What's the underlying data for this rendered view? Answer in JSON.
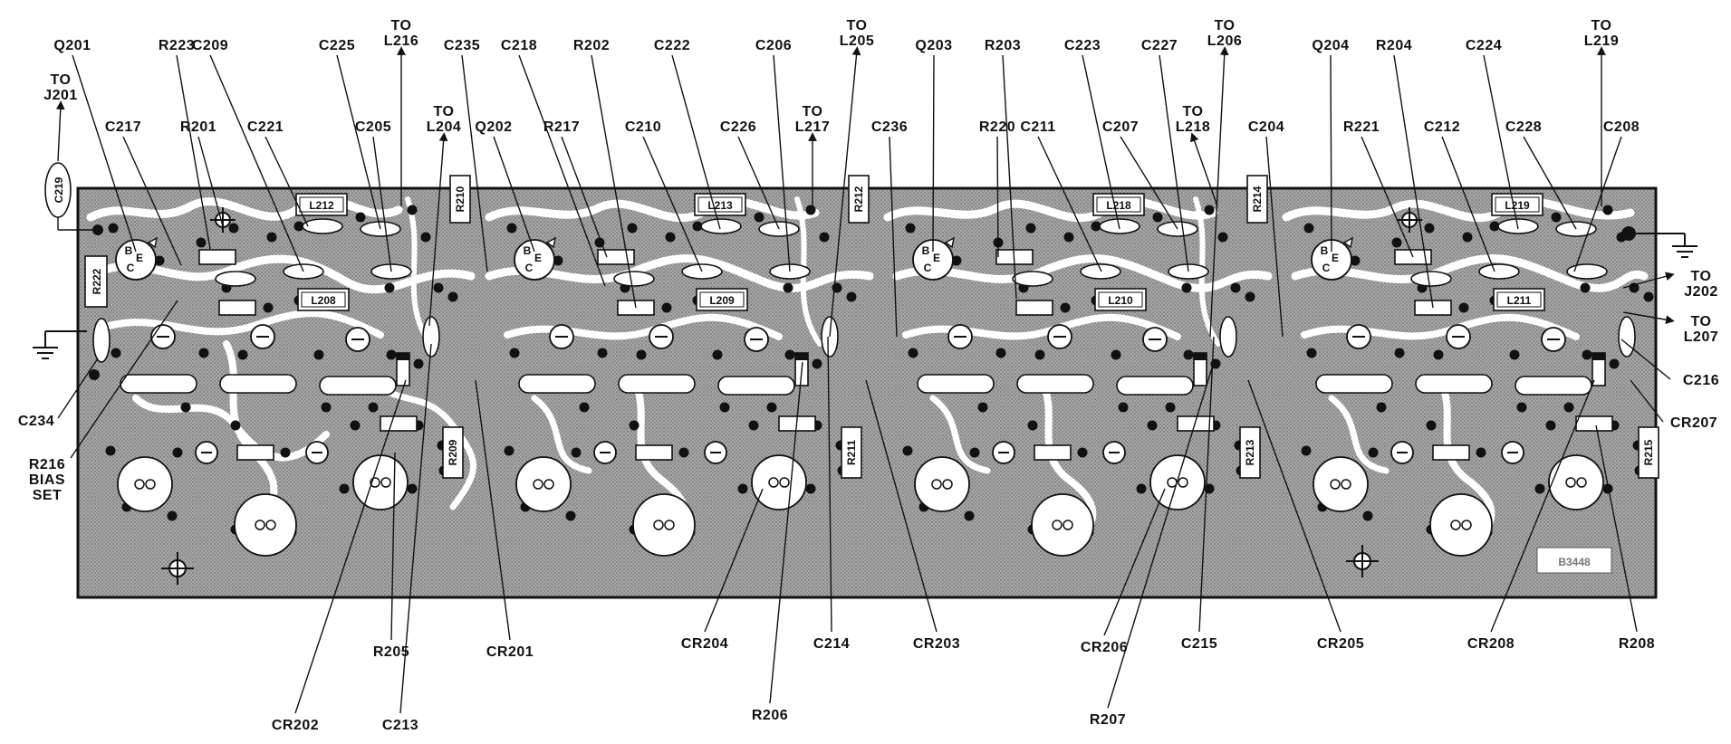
{
  "diagram": {
    "board_stamp": "B3448",
    "sections": [
      {
        "transistor": "Q201",
        "pins": [
          "B",
          "E",
          "C"
        ]
      },
      {
        "transistor": "Q202",
        "pins": [
          "B",
          "E",
          "C"
        ]
      },
      {
        "transistor": "Q203",
        "pins": [
          "B",
          "E",
          "C"
        ]
      },
      {
        "transistor": "Q204",
        "pins": [
          "B",
          "E",
          "C"
        ]
      }
    ],
    "on_board_labels": {
      "L212": "L212",
      "L208": "L208",
      "L213": "L213",
      "L209": "L209",
      "L218": "L218",
      "L210": "L210",
      "L219": "L219",
      "L211": "L211",
      "R222": "R222",
      "R210": "R210",
      "R212": "R212",
      "R214": "R214",
      "R209": "R209",
      "R211": "R211",
      "R213": "R213",
      "R215": "R215",
      "C219": "C219"
    },
    "callouts": {
      "Q201": "Q201",
      "R223": "R223",
      "C209": "C209",
      "C225": "C225",
      "TO_L216": [
        "TO",
        "L216"
      ],
      "C235": "C235",
      "C218": "C218",
      "R202": "R202",
      "C222": "C222",
      "C206": "C206",
      "TO_L205": [
        "TO",
        "L205"
      ],
      "Q203": "Q203",
      "R203": "R203",
      "C223": "C223",
      "C227": "C227",
      "TO_L206": [
        "TO",
        "L206"
      ],
      "Q204": "Q204",
      "R204": "R204",
      "C224": "C224",
      "TO_L219": [
        "TO",
        "L219"
      ],
      "TO_J201": [
        "TO",
        "J201"
      ],
      "C217": "C217",
      "R201": "R201",
      "C221": "C221",
      "C205": "C205",
      "TO_L204": [
        "TO",
        "L204"
      ],
      "Q202": "Q202",
      "R217": "R217",
      "C210": "C210",
      "C226": "C226",
      "TO_L217": [
        "TO",
        "L217"
      ],
      "C236": "C236",
      "R220": "R220",
      "C211": "C211",
      "C207": "C207",
      "TO_L218": [
        "TO",
        "L218"
      ],
      "C204": "C204",
      "R221": "R221",
      "C212": "C212",
      "C228": "C228",
      "C208": "C208",
      "TO_J202": [
        "TO",
        "J202"
      ],
      "TO_L207": [
        "TO",
        "L207"
      ],
      "C216": "C216",
      "CR207": "CR207",
      "C234": "C234",
      "R216_BIAS_SET": [
        "R216",
        "BIAS",
        "SET"
      ],
      "R205": "R205",
      "CR201": "CR201",
      "CR204": "CR204",
      "C214": "C214",
      "CR203": "CR203",
      "CR206": "CR206",
      "C215": "C215",
      "CR205": "CR205",
      "CR208": "CR208",
      "R208": "R208",
      "CR202": "CR202",
      "C213": "C213",
      "R206": "R206",
      "R207": "R207"
    },
    "colors": {
      "board": "#9d9d9d",
      "trace": "#ffffff",
      "ink": "#111111",
      "page": "#ffffff"
    }
  }
}
